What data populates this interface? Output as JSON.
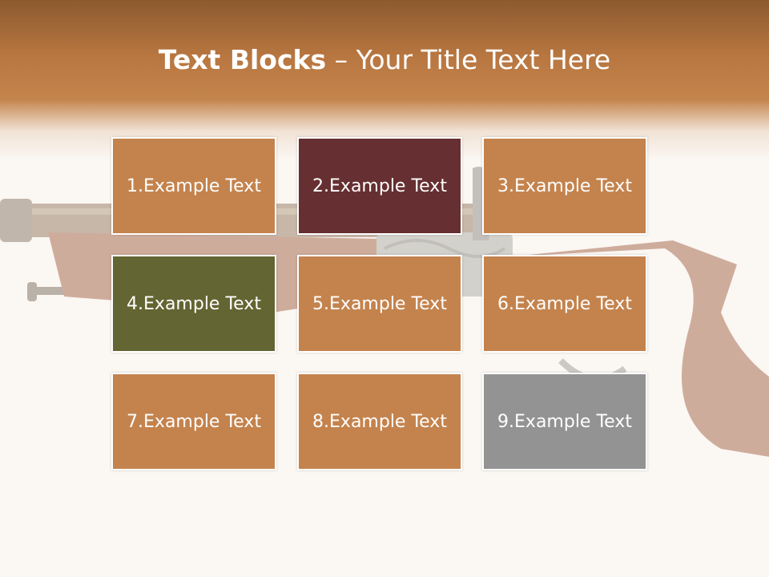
{
  "slide": {
    "title_bold": "Text Blocks",
    "title_rest": " – Your Title Text Here"
  },
  "blocks": [
    {
      "label": "1.Example Text",
      "color": "#c4834d"
    },
    {
      "label": "2.Example Text",
      "color": "#662f31"
    },
    {
      "label": "3.Example Text",
      "color": "#c4834d"
    },
    {
      "label": "4.Example Text",
      "color": "#636532"
    },
    {
      "label": "5.Example Text",
      "color": "#c4834d"
    },
    {
      "label": "6.Example Text",
      "color": "#c4834d"
    },
    {
      "label": "7.Example Text",
      "color": "#c4834d"
    },
    {
      "label": "8.Example Text",
      "color": "#c4834d"
    },
    {
      "label": "9.Example Text",
      "color": "#939393"
    }
  ],
  "colors": {
    "header_dark": "#8b5a2f",
    "header_mid": "#c4854c",
    "background": "#fbf7f3"
  }
}
